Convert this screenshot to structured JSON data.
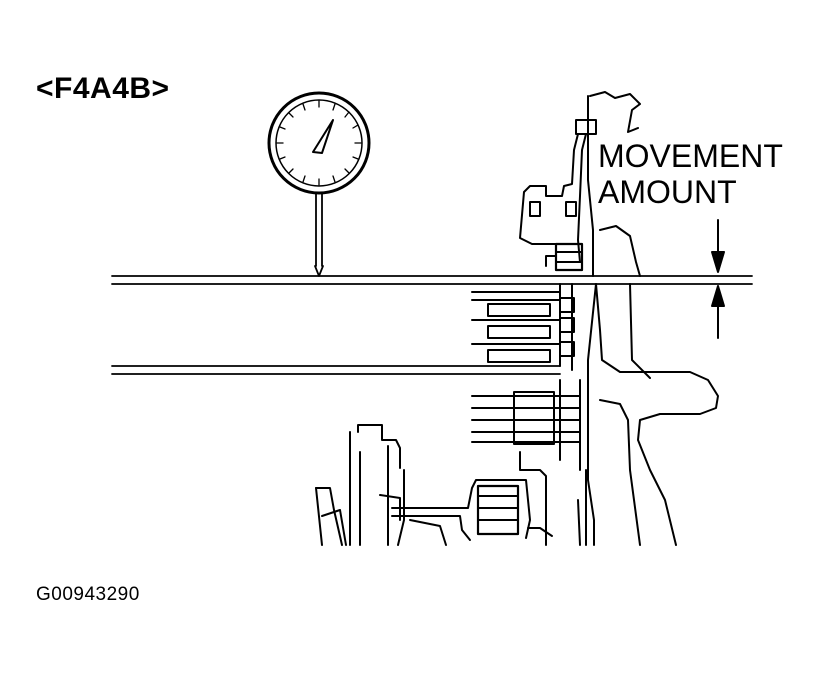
{
  "figure": {
    "model_label": "<F4A4B>",
    "callout_line1": "MOVEMENT",
    "callout_line2": "AMOUNT",
    "figure_id": "G00943290"
  }
}
